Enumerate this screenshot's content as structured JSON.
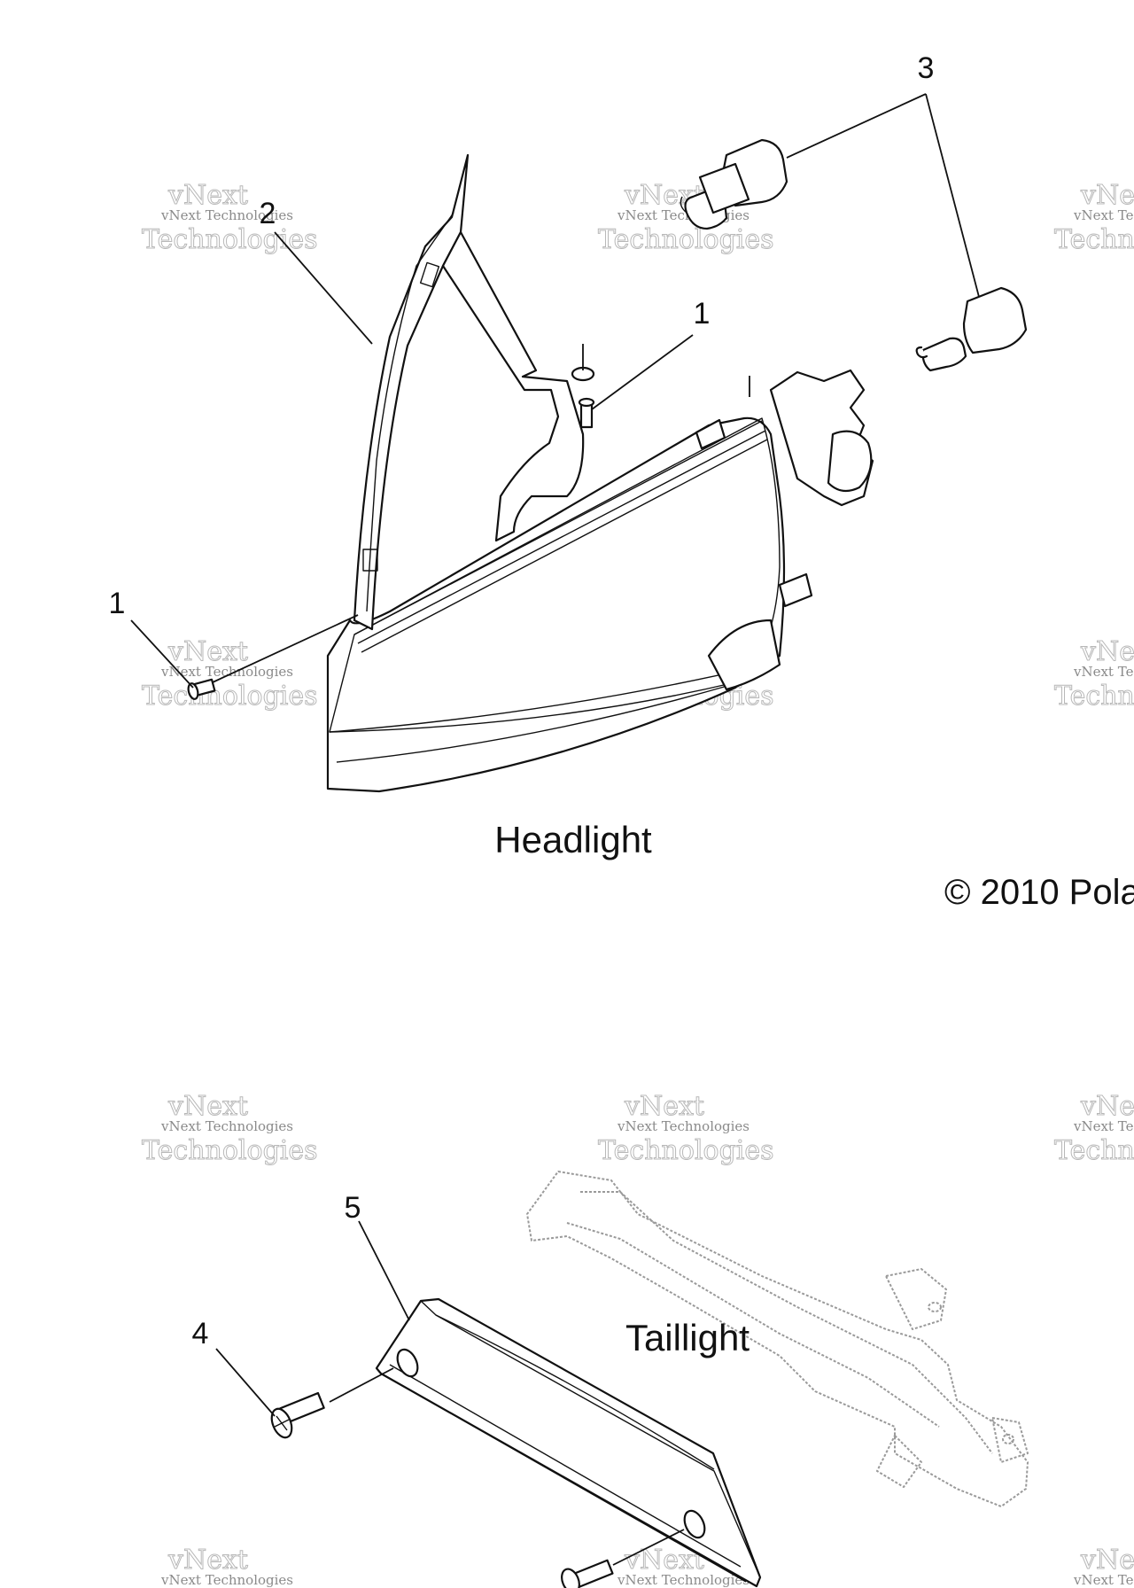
{
  "sections": {
    "headlight_label": "Headlight",
    "taillight_label": "Taillight"
  },
  "copyright": "© 2010 Pola",
  "watermark": {
    "line1": "vNext Technologies",
    "line2": "vNext",
    "line3": "Technologies"
  },
  "callouts": {
    "c1a": "1",
    "c1b": "1",
    "c2": "2",
    "c3": "3",
    "c4": "4",
    "c5": "5"
  },
  "colors": {
    "line": "#111111",
    "ghost": "#9a9a9a",
    "watermark": "#8a8a8a"
  }
}
